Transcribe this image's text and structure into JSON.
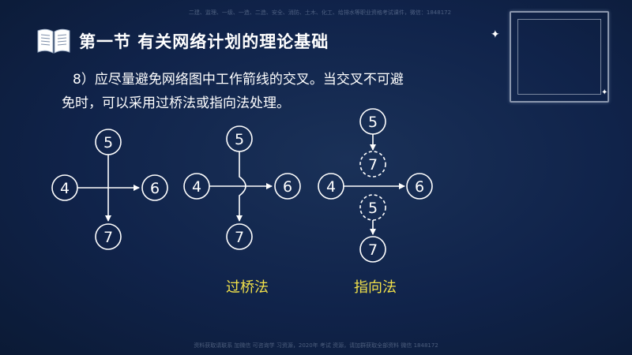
{
  "watermark_top": "二建、监理、一级、一造、二造、安全、消防、土木、化工、给排水等职业资格考试课件，微信：1848172",
  "watermark_bottom": "资料获取请联系 加微信 可咨询学 习资源，2020年 考试 资源，请加群获取全部资料 微信 1848172",
  "title": "第一节 有关网络计划的理论基础",
  "paragraph_line1": "8）应尽量避免网络图中工作箭线的交叉。当交叉不可避",
  "paragraph_line2": "免时，可以采用过桥法或指向法处理。",
  "diagram": {
    "a": {
      "n5": "5",
      "n4": "4",
      "n6": "6",
      "n7": "7"
    },
    "b": {
      "n5": "5",
      "n4": "4",
      "n6": "6",
      "n7": "7"
    },
    "c": {
      "n5": "5",
      "n7a": "7",
      "n4": "4",
      "n6": "6",
      "n5b": "5",
      "n7": "7"
    }
  },
  "captions": {
    "bridge": "过桥法",
    "pointer": "指向法"
  },
  "colors": {
    "background": "#10234a",
    "caption": "#f3e24a",
    "line": "#ffffff"
  }
}
